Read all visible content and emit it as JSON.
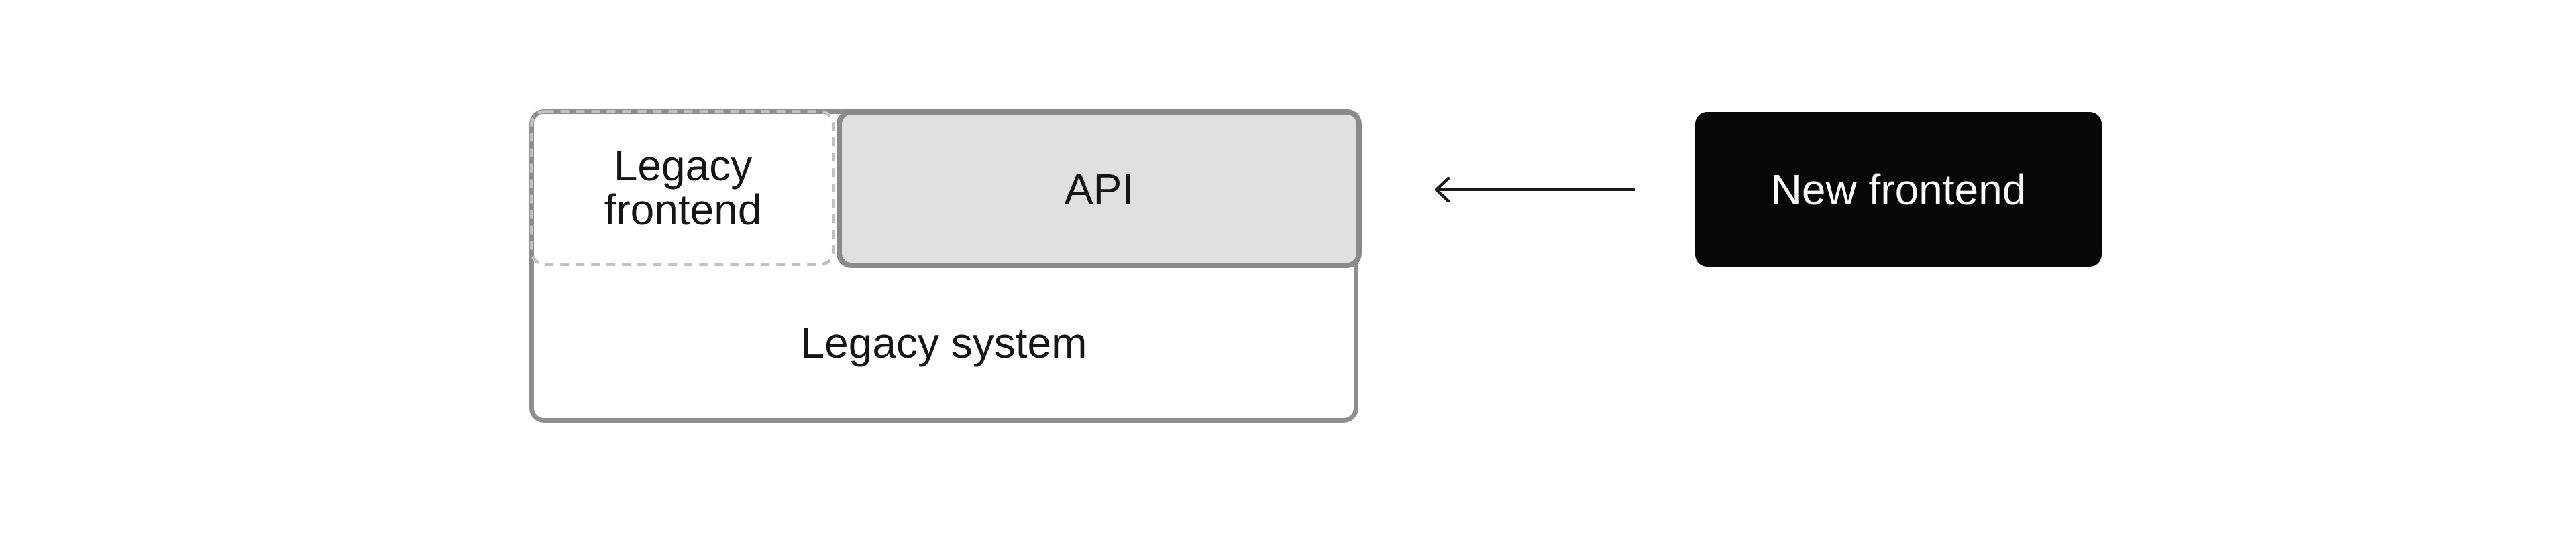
{
  "diagram": {
    "legacy_system_label": "Legacy system",
    "legacy_frontend_label": "Legacy frontend",
    "api_label": "API",
    "new_frontend_label": "New frontend",
    "arrow": {
      "direction": "left",
      "from": "New frontend",
      "to": "API"
    },
    "colors": {
      "background": "#ffffff",
      "box_border": "#8e8e8e",
      "api_border": "#8a8a8a",
      "dashed_border": "#c2c2c2",
      "api_fill": "#e0e0e0",
      "new_frontend_fill": "#070707",
      "label_text": "#151515",
      "new_frontend_text": "#fafafa",
      "arrow_stroke": "#1a1a1a"
    }
  }
}
